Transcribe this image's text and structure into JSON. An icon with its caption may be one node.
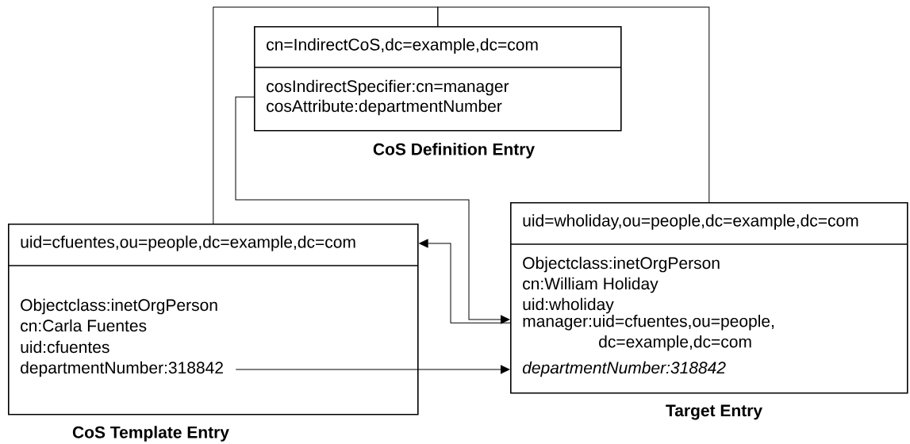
{
  "diagram": {
    "nodes": [
      {
        "text": [
          "cn=IndirectCoS,dc=example,dc=com"
        ],
        "beside": [
          "CoS Definition Entry"
        ]
      },
      {
        "text": [
          "cosIndirectSpecifier:cn=manager"
        ],
        "in": 0
      },
      {
        "text": [
          "cosAttribute:departmentNumber"
        ],
        "in": 0
      },
      {
        "text": [
          "uid=cfuentes,ou=people,dc=example,dc=com"
        ],
        "beside": [
          "CoS Template Entry"
        ]
      },
      {
        "text": [
          "Objectclass:inetOrgPerson"
        ],
        "in": 3
      },
      {
        "text": [
          "cn:Carla Fuentes"
        ],
        "in": 3
      },
      {
        "text": [
          "uid:cfuentes"
        ],
        "in": 3
      },
      {
        "text": [
          "departmentNumber:318842"
        ],
        "in": 3
      },
      {
        "text": [
          "uid=wholiday,ou=people,dc=example,dc=com"
        ],
        "beside": [
          "Target Entry"
        ]
      },
      {
        "text": [
          "Objectclass:inetOrgPerson"
        ],
        "in": 8
      },
      {
        "text": [
          "cn:William Holiday"
        ],
        "in": 8
      },
      {
        "text": [
          "uid:wholiday"
        ],
        "in": 8
      },
      {
        "text": [
          "manager:uid=cfuentes,ou=people, dc=example,dc=com"
        ],
        "in": 8
      },
      {
        "text": [
          "departmentNumber:318842"
        ],
        "in": 8
      }
    ],
    "edges": [
      {
        "from": 1,
        "to": 12,
        "arrow": "to"
      },
      {
        "from": 12,
        "to": 3,
        "arrow": "to"
      },
      {
        "from": 7,
        "to": 13,
        "arrow": "to"
      },
      {
        "from": 0,
        "to": 3,
        "arrow": "none"
      },
      {
        "from": 0,
        "to": 8,
        "arrow": "none"
      }
    ]
  }
}
